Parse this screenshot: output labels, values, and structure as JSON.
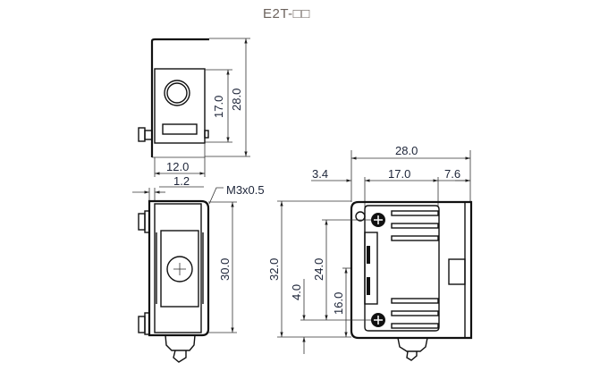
{
  "title": "E2T-□□",
  "top_view": {
    "dim_height_total": "28.0",
    "dim_height_body": "17.0",
    "dim_width": "12.0"
  },
  "front_view": {
    "dim_thickness": "1.2",
    "thread_label": "M3x0.5",
    "dim_height": "30.0"
  },
  "side_view": {
    "dim_width_total": "28.0",
    "dim_left": "3.4",
    "dim_middle": "17.0",
    "dim_right": "7.6",
    "dim_height_total": "32.0",
    "dim_hole_pitch": "24.0",
    "dim_hole_offset": "16.0",
    "dim_bottom": "4.0"
  }
}
